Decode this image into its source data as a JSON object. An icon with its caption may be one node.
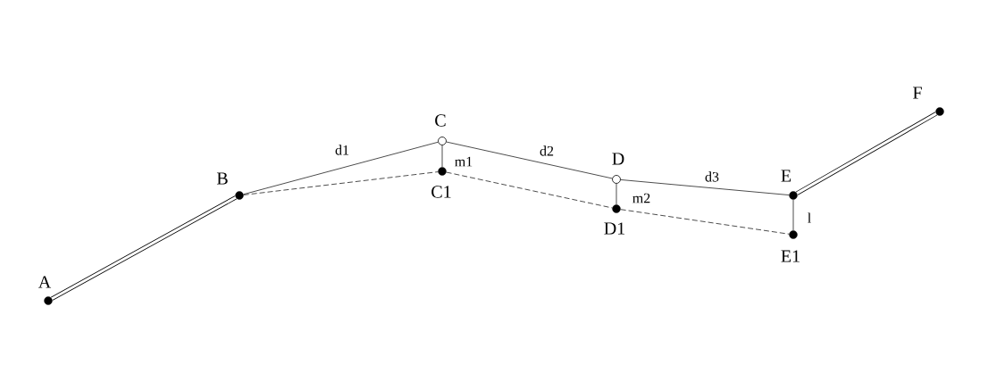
{
  "diagram": {
    "nodes": [
      {
        "text": [],
        "shape": "dot",
        "beside": [
          "A"
        ]
      },
      {
        "text": [],
        "shape": "dot",
        "beside": [
          "B"
        ]
      },
      {
        "text": [],
        "shape": "circle",
        "beside": [
          "C"
        ]
      },
      {
        "text": [],
        "shape": "dot",
        "beside": [
          "C1"
        ]
      },
      {
        "text": [],
        "shape": "circle",
        "beside": [
          "D"
        ]
      },
      {
        "text": [],
        "shape": "dot",
        "beside": [
          "D1"
        ]
      },
      {
        "text": [],
        "shape": "dot",
        "beside": [
          "E"
        ]
      },
      {
        "text": [],
        "shape": "dot",
        "beside": [
          "E1"
        ]
      },
      {
        "text": [],
        "shape": "dot",
        "beside": [
          "F"
        ]
      }
    ],
    "edges": [
      {
        "from": 0,
        "to": 1,
        "arrow": "none",
        "style": "thick"
      },
      {
        "from": 1,
        "to": 2,
        "arrow": "none",
        "label": "d1"
      },
      {
        "from": 2,
        "to": 4,
        "arrow": "none",
        "label": "d2"
      },
      {
        "from": 4,
        "to": 6,
        "arrow": "none",
        "label": "d3"
      },
      {
        "from": 6,
        "to": 8,
        "arrow": "none",
        "style": "thick"
      },
      {
        "from": 1,
        "to": 3,
        "arrow": "none",
        "style": "dashed"
      },
      {
        "from": 3,
        "to": 5,
        "arrow": "none",
        "style": "dashed"
      },
      {
        "from": 5,
        "to": 7,
        "arrow": "none",
        "style": "dashed"
      },
      {
        "from": 2,
        "to": 3,
        "arrow": "none",
        "label": "m1"
      },
      {
        "from": 4,
        "to": 5,
        "arrow": "none",
        "label": "m2"
      },
      {
        "from": 6,
        "to": 7,
        "arrow": "none",
        "label": "l"
      }
    ]
  }
}
